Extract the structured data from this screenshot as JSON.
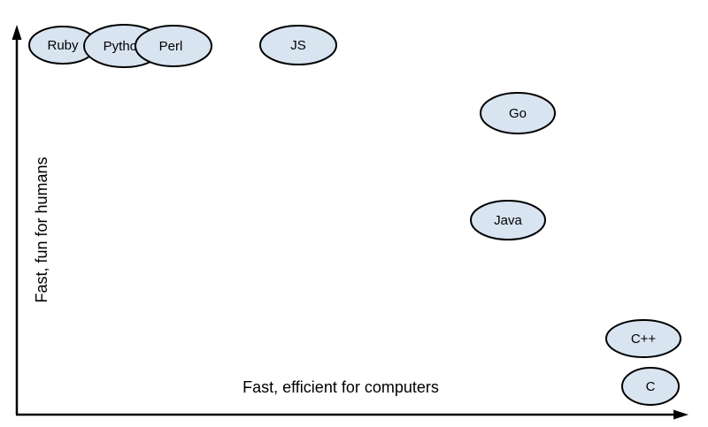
{
  "diagram": {
    "x_axis_label": "Fast, efficient for computers",
    "y_axis_label": "Fast, fun for humans",
    "node_fill_color": "#d9e4f1",
    "node_stroke_color": "#000000",
    "axis_color": "#000000",
    "nodes": [
      {
        "id": "ruby",
        "label": "Ruby"
      },
      {
        "id": "python",
        "label": "Python"
      },
      {
        "id": "perl",
        "label": "Perl"
      },
      {
        "id": "js",
        "label": "JS"
      },
      {
        "id": "go",
        "label": "Go"
      },
      {
        "id": "java",
        "label": "Java"
      },
      {
        "id": "cpp",
        "label": "C++"
      },
      {
        "id": "c",
        "label": "C"
      }
    ]
  },
  "chart_data": {
    "type": "scatter",
    "title": "",
    "xlabel": "Fast, efficient for computers",
    "ylabel": "Fast, fun for humans",
    "grid": false,
    "legend": false,
    "axis_ranges": {
      "x": [
        0,
        1
      ],
      "y": [
        0,
        1
      ]
    },
    "points": [
      {
        "label": "Ruby",
        "x": 0.07,
        "y": 0.95
      },
      {
        "label": "Python",
        "x": 0.16,
        "y": 0.95
      },
      {
        "label": "Perl",
        "x": 0.23,
        "y": 0.95
      },
      {
        "label": "JS",
        "x": 0.42,
        "y": 0.95
      },
      {
        "label": "Go",
        "x": 0.75,
        "y": 0.77
      },
      {
        "label": "Java",
        "x": 0.73,
        "y": 0.5
      },
      {
        "label": "C++",
        "x": 0.93,
        "y": 0.2
      },
      {
        "label": "C",
        "x": 0.94,
        "y": 0.07
      }
    ]
  }
}
